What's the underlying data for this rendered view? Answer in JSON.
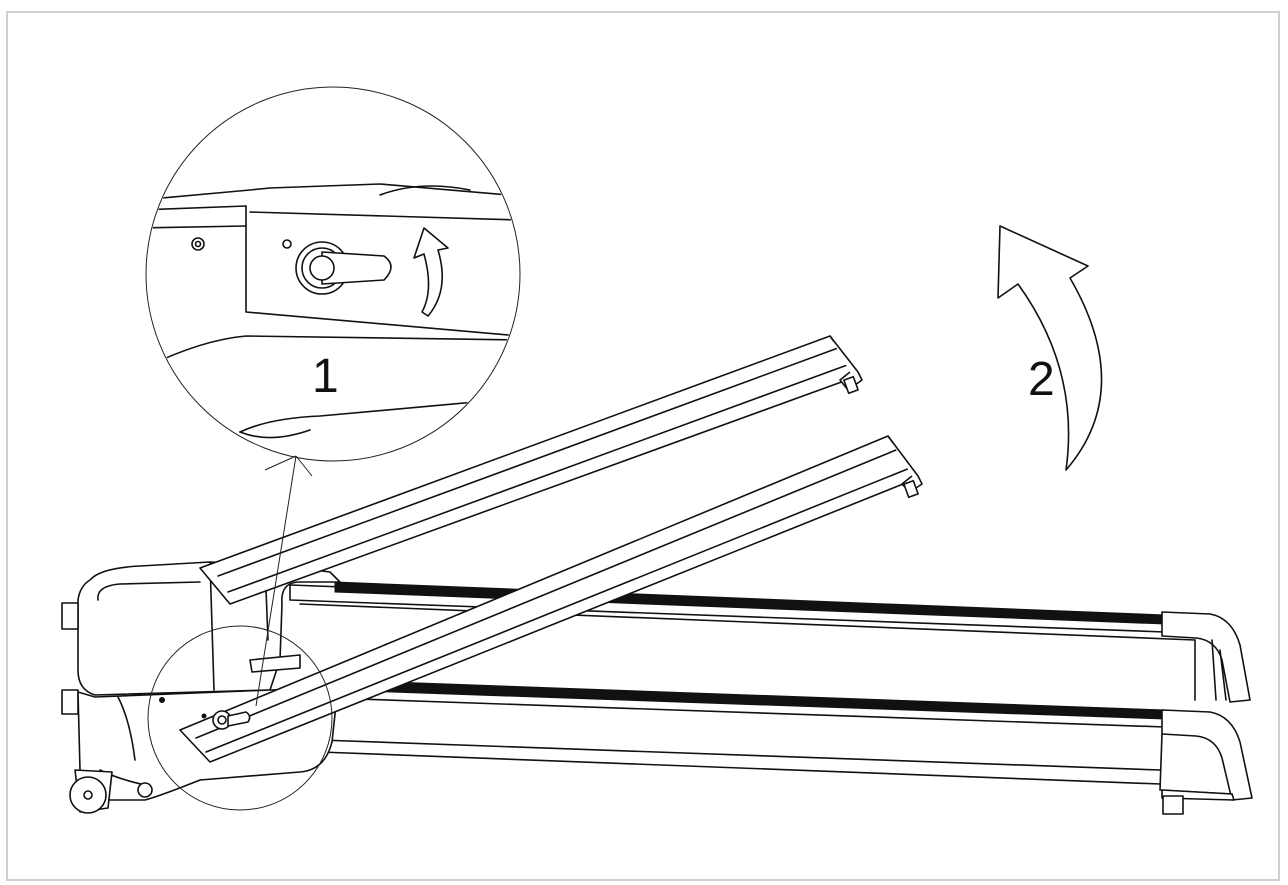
{
  "diagram": {
    "type": "assembly-instruction",
    "steps": [
      {
        "label": "1"
      },
      {
        "label": "2"
      }
    ],
    "icons": [
      "knob-icon",
      "rotate-arrow-icon",
      "fold-arrow-icon",
      "magnifier-callout-icon"
    ],
    "colors": {
      "line": "#111111",
      "frame_border": "#cfcfcf",
      "background": "#ffffff"
    }
  }
}
